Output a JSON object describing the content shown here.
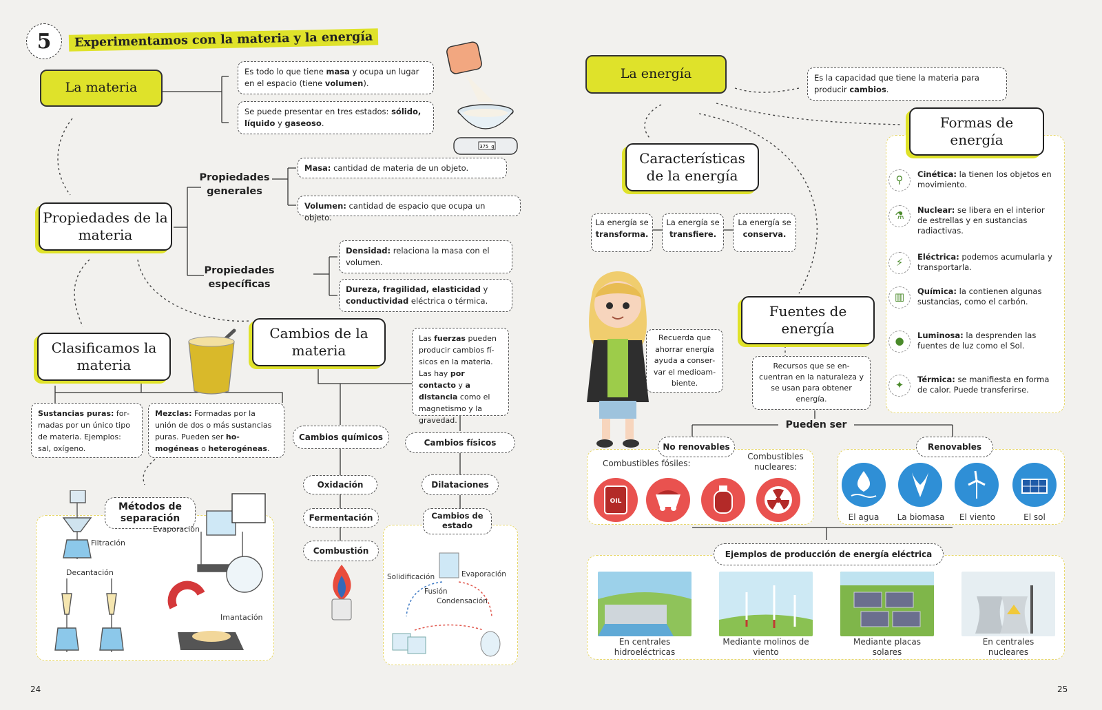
{
  "header": {
    "number": "5",
    "title": "Experimentamos con la materia y la energía"
  },
  "materia": {
    "title": "La materia",
    "def1_pre": "Es todo lo que tiene ",
    "def1_b1": "masa",
    "def1_mid": " y ocupa un lugar en el espacio (tiene ",
    "def1_b2": "volumen",
    "def1_post": ").",
    "def2_pre": "Se puede presentar en tres estados: ",
    "def2_b": "só­lido, líquido",
    "def2_mid": " y ",
    "def2_b2": "gaseoso",
    "def2_post": ".",
    "props_title": "Propiedades de la materia",
    "generales": "Propiedades generales",
    "masa_b": "Masa:",
    "masa_t": " cantidad de materia de un objeto.",
    "vol_b": "Volumen:",
    "vol_t": " cantidad de espacio que ocupa un objeto.",
    "especificas": "Propiedades específicas",
    "dens_b": "Densidad:",
    "dens_t": " relaciona la masa con el volumen.",
    "dur_b": "Dureza, fragilidad, elasticidad",
    "dur_mid": " y ",
    "dur_b2": "con­ductividad",
    "dur_t": " eléctrica o térmica.",
    "scale_display": "375 g",
    "clasif_title": "Clasificamos la materia",
    "puras_b": "Sustancias puras:",
    "puras_t": " for­madas por un único tipo de materia. Ejemplos: sal, oxígeno.",
    "mezclas_b": "Mezclas:",
    "mezclas_t": " Formadas por la unión de dos o más sustan­cias puras. Pueden ser ",
    "mezclas_b2": "ho­mogéneas",
    "mezclas_mid": " o ",
    "mezclas_b3": "heterogéneas",
    "mezclas_post": ".",
    "metodos": "Métodos de separación",
    "filtracion": "Filtración",
    "evaporacion": "Evaporación",
    "decantacion": "Decantación",
    "imantacion": "Imantación",
    "cambios_title": "Cambios de la materia",
    "fuerzas_pre": "Las ",
    "fuerzas_b": "fuerzas",
    "fuerzas_mid": " pueden producir cambios fí­sicos en la materia. Las hay ",
    "fuerzas_b2": "por contacto",
    "fuerzas_mid2": " y ",
    "fuerzas_b3": "a distancia",
    "fuerzas_post": " como el magnetismo y la gravedad.",
    "quimicos": "Cambios químicos",
    "fisicos": "Cambios físicos",
    "oxidacion": "Oxidación",
    "fermentacion": "Fermentación",
    "combustion": "Combustión",
    "dilataciones": "Dilataciones",
    "estado": "Cambios de estado",
    "solidificacion": "Solidificación",
    "evap2": "Evaporación",
    "fusion": "Fusión",
    "condensacion": "Condensación"
  },
  "energia": {
    "title": "La energía",
    "def_pre": "Es la capacidad que tiene la materia para producir ",
    "def_b": "cambios",
    "def_post": ".",
    "caract": "Características de la energía",
    "c1_pre": "La energía se",
    "c1_b": "transforma.",
    "c2_pre": "La energía se",
    "c2_b": "transfiere.",
    "c3_pre": "La energía se",
    "c3_b": "conserva.",
    "recuerda": "Recuerda que ahorrar energía ayuda a conser­var el medioam­biente.",
    "fuentes": "Fuentes de energía",
    "recursos": "Recursos que se en­cuentran en la naturale­za y se usan para obte­ner energía.",
    "pueden": "Pueden ser",
    "norenov": "No renovables",
    "renov": "Renovables",
    "fosiles": "Combustibles fósiles:",
    "nucleares": "Combustibles nucleares:",
    "oil": "OIL",
    "agua": "El agua",
    "biomasa": "La biomasa",
    "viento": "El viento",
    "sol": "El sol",
    "ejemplos": "Ejemplos de producción de energía eléctrica",
    "e1": "En centrales hidroeléctricas",
    "e2": "Mediante molinos de viento",
    "e3": "Mediante placas solares",
    "e4": "En centrales nucleares",
    "formas": "Formas de energía",
    "f1b": "Cinética:",
    "f1": " la tienen los objetos en movimiento.",
    "f2b": "Nuclear:",
    "f2": " se libera en el interior de estrellas y en sustancias radiactivas.",
    "f3b": "Eléctrica:",
    "f3": " podemos acumularla y transportarla.",
    "f4b": "Química:",
    "f4": " la contienen algunas sustancias, como el carbón.",
    "f5b": "Luminosa:",
    "f5": " la desprenden las fuentes de luz como el Sol.",
    "f6b": "Térmica:",
    "f6": " se manifiesta en forma de calor. Puede transferirse."
  },
  "pages": {
    "left": "24",
    "right": "25"
  },
  "colors": {
    "accent": "#dfe22a",
    "red": "#e9524f",
    "blue": "#2f8fd6"
  }
}
